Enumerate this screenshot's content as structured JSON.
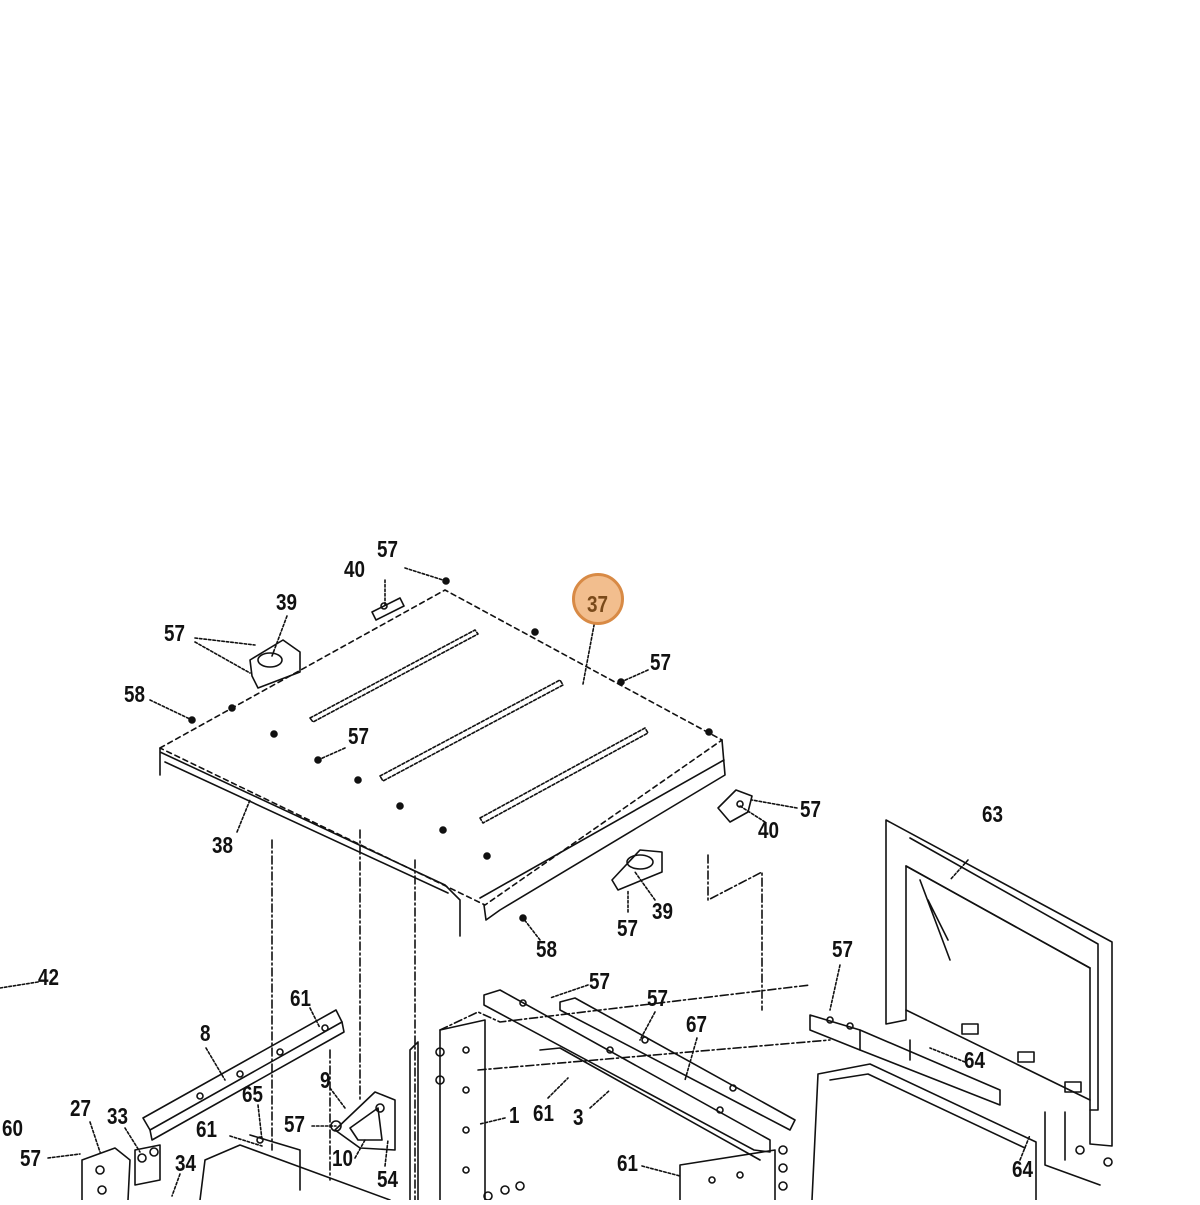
{
  "diagram": {
    "highlighted_callout": "37",
    "highlight_color": "#f2be8e",
    "highlight_border_color": "#d88a45",
    "callouts": [
      {
        "id": "c57a",
        "text": "57"
      },
      {
        "id": "c40a",
        "text": "40"
      },
      {
        "id": "c39a",
        "text": "39"
      },
      {
        "id": "c37",
        "text": "37"
      },
      {
        "id": "c57b",
        "text": "57"
      },
      {
        "id": "c57c",
        "text": "57"
      },
      {
        "id": "c58a",
        "text": "58"
      },
      {
        "id": "c57d",
        "text": "57"
      },
      {
        "id": "c38",
        "text": "38"
      },
      {
        "id": "c57e",
        "text": "57"
      },
      {
        "id": "c40b",
        "text": "40"
      },
      {
        "id": "c63",
        "text": "63"
      },
      {
        "id": "c39b",
        "text": "39"
      },
      {
        "id": "c57f",
        "text": "57"
      },
      {
        "id": "c58b",
        "text": "58"
      },
      {
        "id": "c42",
        "text": "42"
      },
      {
        "id": "c57g",
        "text": "57"
      },
      {
        "id": "c61a",
        "text": "61"
      },
      {
        "id": "c57h",
        "text": "57"
      },
      {
        "id": "c67",
        "text": "67"
      },
      {
        "id": "c57i",
        "text": "57"
      },
      {
        "id": "c8",
        "text": "8"
      },
      {
        "id": "c9",
        "text": "9"
      },
      {
        "id": "c64a",
        "text": "64"
      },
      {
        "id": "c65",
        "text": "65"
      },
      {
        "id": "c27",
        "text": "27"
      },
      {
        "id": "c33",
        "text": "33"
      },
      {
        "id": "c61b",
        "text": "61"
      },
      {
        "id": "c3",
        "text": "3"
      },
      {
        "id": "c1",
        "text": "1"
      },
      {
        "id": "c60",
        "text": "60"
      },
      {
        "id": "c57j",
        "text": "57"
      },
      {
        "id": "c61c",
        "text": "61"
      },
      {
        "id": "c10",
        "text": "10"
      },
      {
        "id": "c57k",
        "text": "57"
      },
      {
        "id": "c34",
        "text": "34"
      },
      {
        "id": "c61d",
        "text": "61"
      },
      {
        "id": "c54",
        "text": "54"
      },
      {
        "id": "c64b",
        "text": "64"
      }
    ]
  }
}
